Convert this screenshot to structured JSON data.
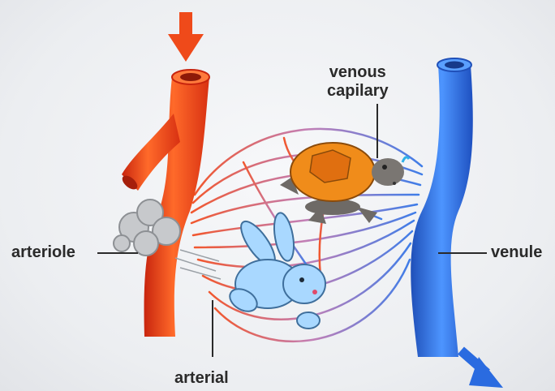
{
  "labels": {
    "venous_capillary": [
      "venous",
      "capilary"
    ],
    "arteriole": "arteriole",
    "venule": "venule",
    "arterial": "arterial"
  },
  "icons": [
    "arrow-in-icon",
    "arrow-out-icon",
    "cloud-icon",
    "turtle-icon",
    "rabbit-icon"
  ],
  "colors": {
    "artery": "#f0461e",
    "vein": "#2f6fe0",
    "arrow_in": "#ef4a1a",
    "arrow_out": "#2a6be0"
  }
}
